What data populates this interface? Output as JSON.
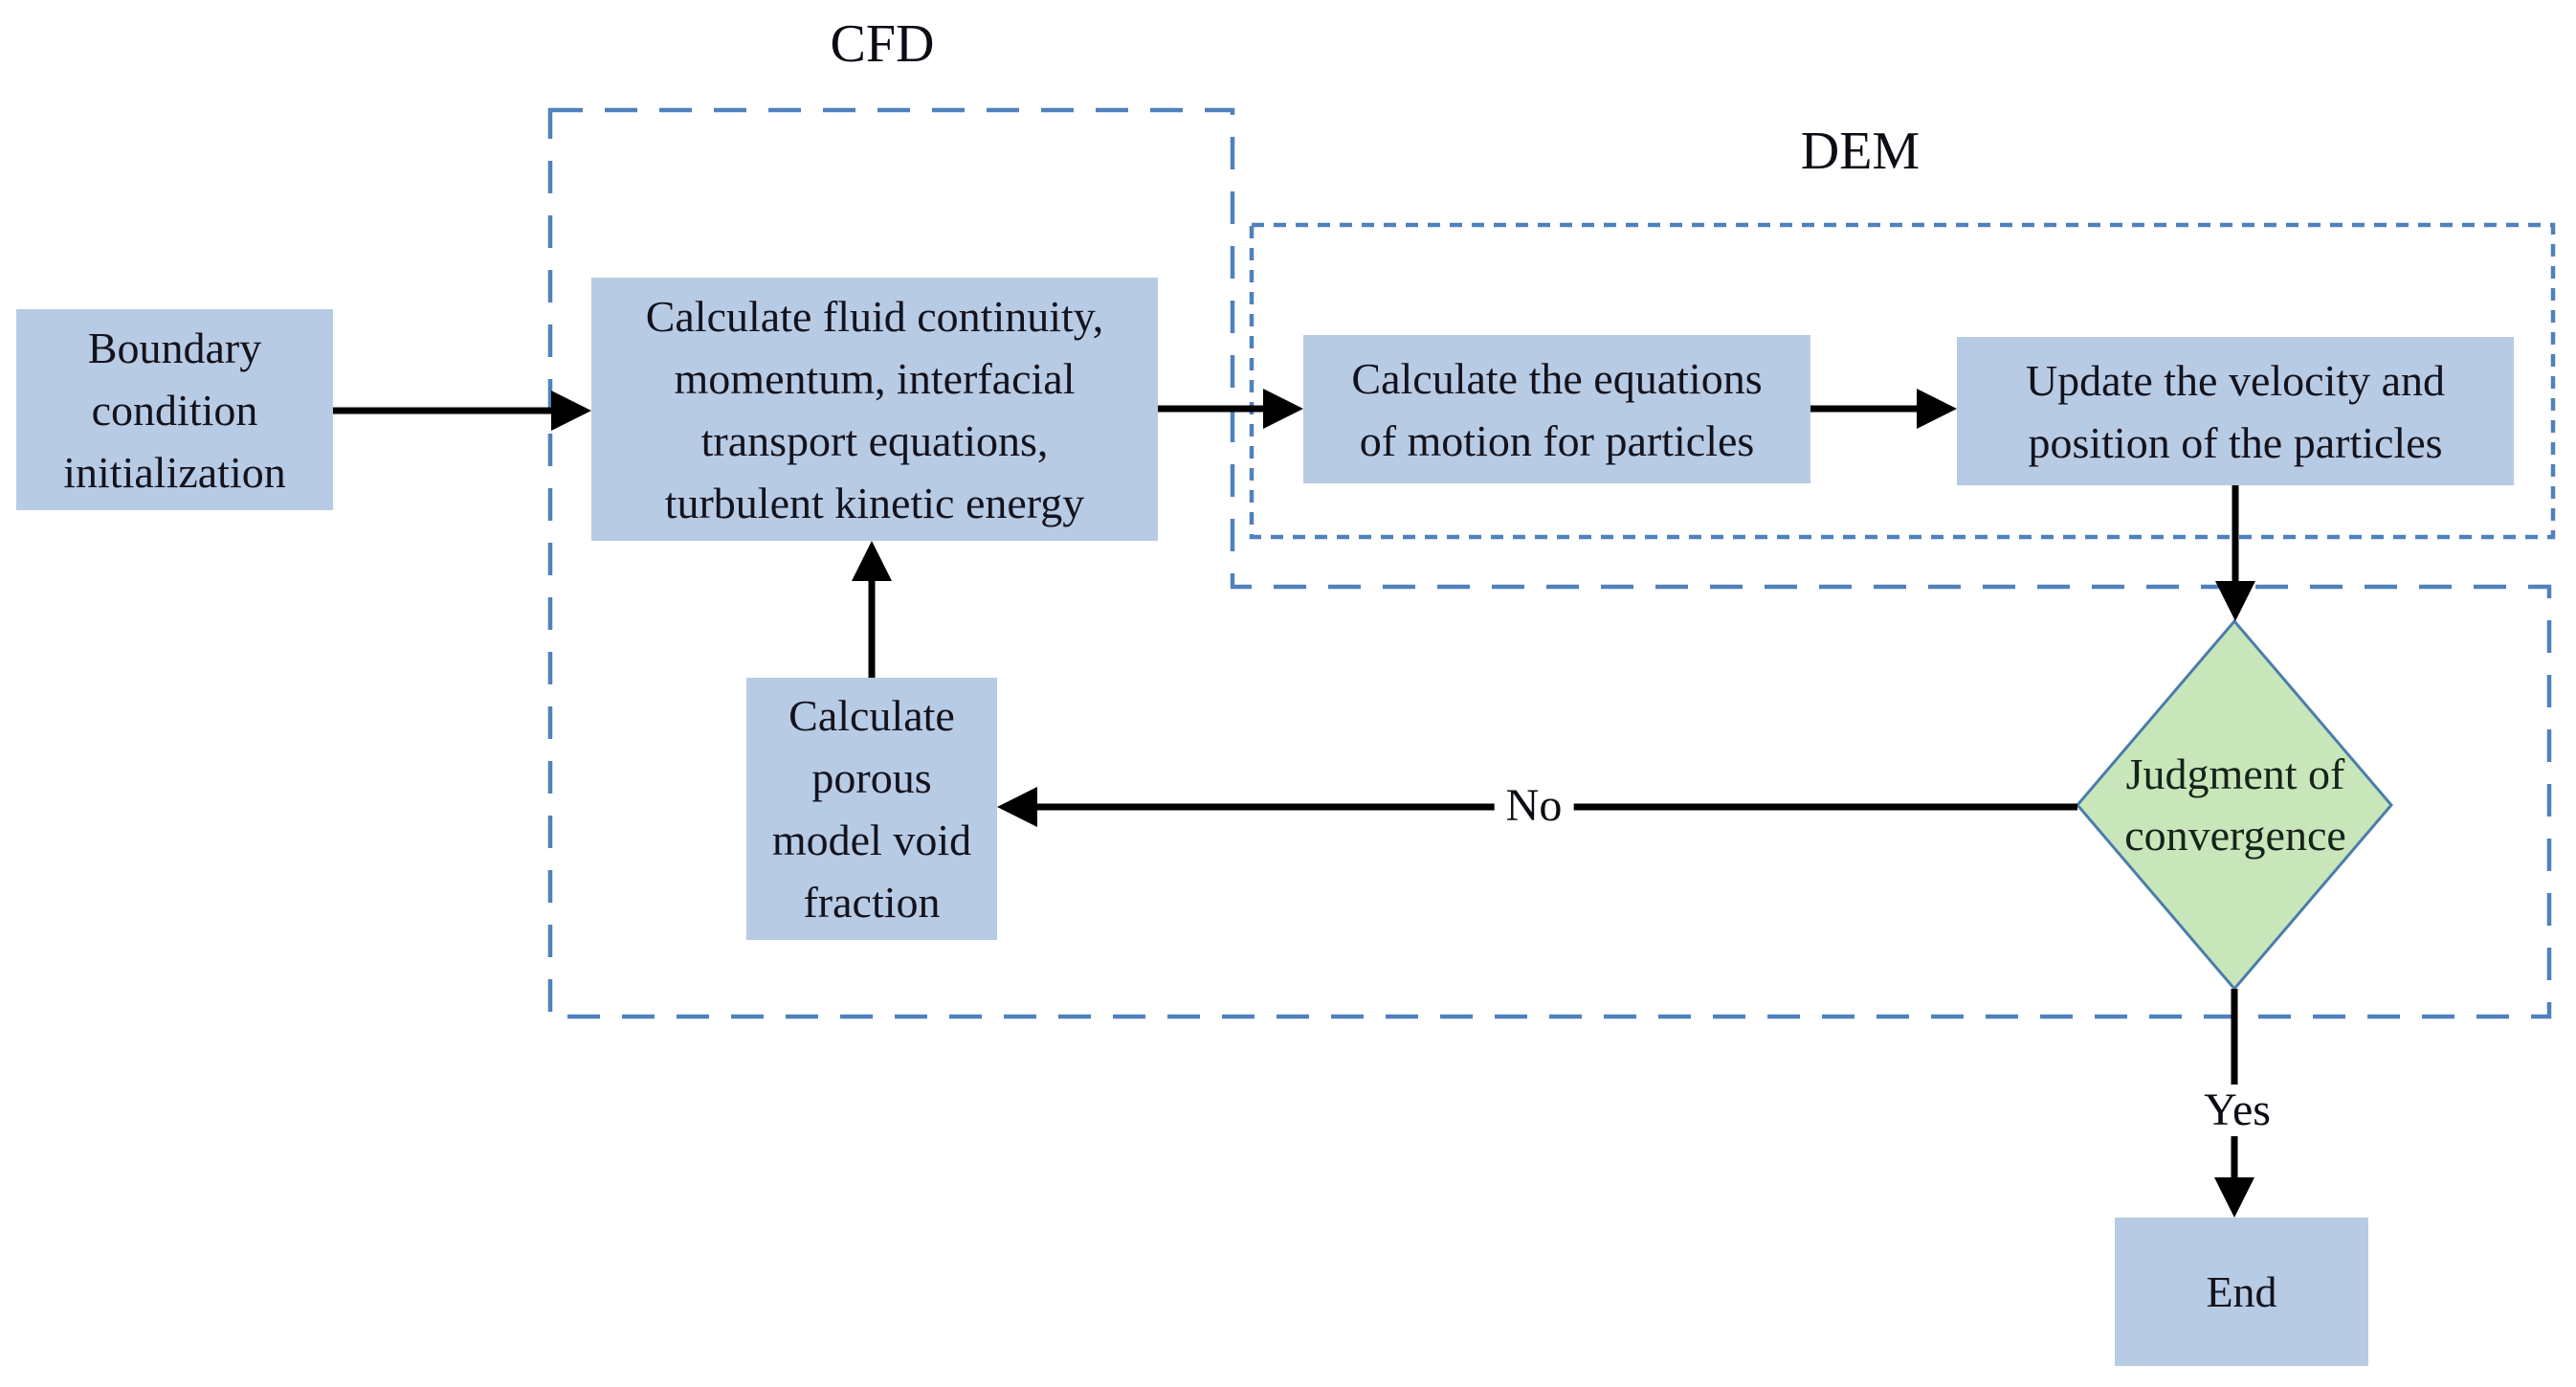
{
  "diagram": {
    "regions": {
      "cfd": {
        "label": "CFD"
      },
      "dem": {
        "label": "DEM"
      }
    },
    "nodes": {
      "boundary": {
        "type": "process",
        "label": "Boundary\ncondition\ninitialization"
      },
      "fluid": {
        "type": "process",
        "label": "Calculate fluid continuity,\nmomentum, interfacial\ntransport equations,\nturbulent kinetic energy"
      },
      "motion": {
        "type": "process",
        "label": "Calculate the equations\nof motion for particles"
      },
      "update": {
        "type": "process",
        "label": "Update the velocity and\nposition of the particles"
      },
      "porous": {
        "type": "process",
        "label": "Calculate\nporous\nmodel void\nfraction"
      },
      "judgment": {
        "type": "decision",
        "label": "Judgment of\nconvergence"
      },
      "end": {
        "type": "terminator",
        "label": "End"
      }
    },
    "edge_labels": {
      "no": "No",
      "yes": "Yes"
    },
    "colors": {
      "process_fill": "#b8cbe4",
      "decision_fill": "#c8e6b9",
      "decision_stroke": "#4a7dad",
      "dashed_stroke": "#4f81bd",
      "arrow": "#000000",
      "text": "#13131d"
    }
  }
}
